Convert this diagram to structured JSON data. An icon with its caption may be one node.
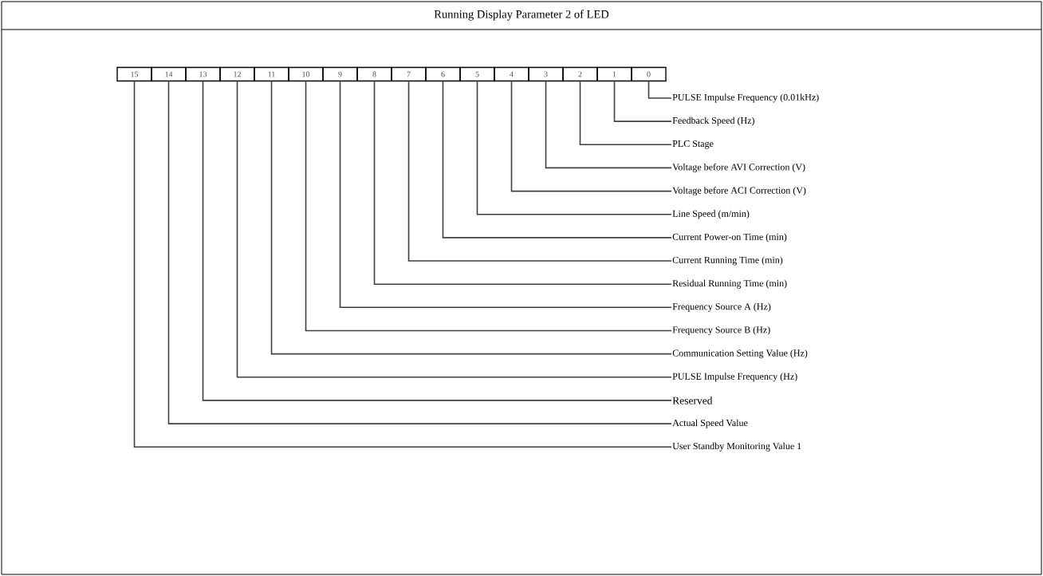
{
  "diagram": {
    "title": "Running Display Parameter 2 of LED",
    "nodes": [
      {
        "text": [
          "15"
        ]
      },
      {
        "text": [
          "14"
        ]
      },
      {
        "text": [
          "13"
        ]
      },
      {
        "text": [
          "12"
        ]
      },
      {
        "text": [
          "11"
        ]
      },
      {
        "text": [
          "10"
        ]
      },
      {
        "text": [
          "9"
        ]
      },
      {
        "text": [
          "8"
        ]
      },
      {
        "text": [
          "7"
        ]
      },
      {
        "text": [
          "6"
        ]
      },
      {
        "text": [
          "5"
        ]
      },
      {
        "text": [
          "4"
        ]
      },
      {
        "text": [
          "3"
        ]
      },
      {
        "text": [
          "2"
        ]
      },
      {
        "text": [
          "1"
        ]
      },
      {
        "text": [
          "0"
        ]
      },
      {
        "text": [
          "PULSE Impulse Frequency (0.01kHz)"
        ]
      },
      {
        "text": [
          "Feedback Speed (Hz)"
        ]
      },
      {
        "text": [
          "PLC Stage"
        ]
      },
      {
        "text": [
          "Voltage before AVI Correction (V)"
        ]
      },
      {
        "text": [
          "Voltage before ACI Correction (V)"
        ]
      },
      {
        "text": [
          "Line Speed (m/min)"
        ]
      },
      {
        "text": [
          "Current Power-on Time (min)"
        ]
      },
      {
        "text": [
          "Current Running Time (min)"
        ]
      },
      {
        "text": [
          "Residual Running Time (min)"
        ]
      },
      {
        "text": [
          "Frequency Source A (Hz)"
        ]
      },
      {
        "text": [
          "Frequency Source B (Hz)"
        ]
      },
      {
        "text": [
          "Communication Setting Value (Hz)"
        ]
      },
      {
        "text": [
          "PULSE Impulse Frequency (Hz)"
        ]
      },
      {
        "text": [
          "Reserved"
        ]
      },
      {
        "text": [
          "Actual Speed Value"
        ]
      },
      {
        "text": [
          "User Standby Monitoring Value 1"
        ]
      }
    ],
    "edges": [
      {
        "from": 15,
        "to": 16,
        "arrow": "none"
      },
      {
        "from": 14,
        "to": 17,
        "arrow": "none"
      },
      {
        "from": 13,
        "to": 18,
        "arrow": "none"
      },
      {
        "from": 12,
        "to": 19,
        "arrow": "none"
      },
      {
        "from": 11,
        "to": 20,
        "arrow": "none"
      },
      {
        "from": 10,
        "to": 21,
        "arrow": "none"
      },
      {
        "from": 9,
        "to": 22,
        "arrow": "none"
      },
      {
        "from": 8,
        "to": 23,
        "arrow": "none"
      },
      {
        "from": 7,
        "to": 24,
        "arrow": "none"
      },
      {
        "from": 6,
        "to": 25,
        "arrow": "none"
      },
      {
        "from": 5,
        "to": 26,
        "arrow": "none"
      },
      {
        "from": 4,
        "to": 27,
        "arrow": "none"
      },
      {
        "from": 3,
        "to": 28,
        "arrow": "none"
      },
      {
        "from": 2,
        "to": 29,
        "arrow": "none"
      },
      {
        "from": 1,
        "to": 30,
        "arrow": "none"
      },
      {
        "from": 0,
        "to": 31,
        "arrow": "none"
      }
    ]
  }
}
